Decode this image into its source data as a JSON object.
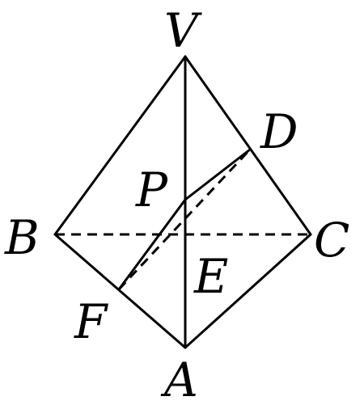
{
  "labels": {
    "V": "V",
    "B": "B",
    "C": "C",
    "A": "A",
    "D": "D",
    "P": "P",
    "E": "E",
    "F": "F"
  },
  "colors": {
    "stroke": "#000000",
    "background": "#ffffff"
  }
}
